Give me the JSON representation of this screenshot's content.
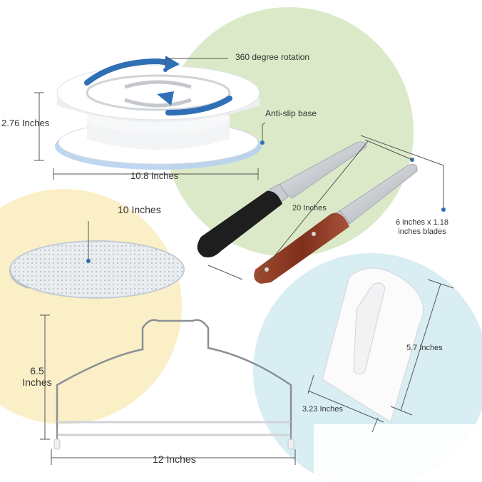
{
  "image": {
    "labels": {
      "rotation": "360 degree rotation",
      "anti_slip": "Anti-slip base",
      "turntable_height": "2.76 Inches",
      "turntable_width": "10.8 Inches",
      "board_diameter": "10 Inches",
      "spatula_length": "20 Inches",
      "spatula_blade_line1": "6 inches x 1.18",
      "spatula_blade_line2": "inches blades",
      "leveler_height_line1": "6.5",
      "leveler_height_line2": "Inches",
      "leveler_width": "12 Inches",
      "scraper_height": "5.7 Inches",
      "scraper_width": "3.23 Inches"
    },
    "colors": {
      "green_circle": "#dbe9c8",
      "yellow_circle": "#fbefc8",
      "blue_circle": "#d9eef3",
      "arrow_blue": "#2f6fb5",
      "dimension_line": "#555555",
      "handle_wood": "#8b3a26",
      "handle_black": "#1e1e1e"
    }
  }
}
